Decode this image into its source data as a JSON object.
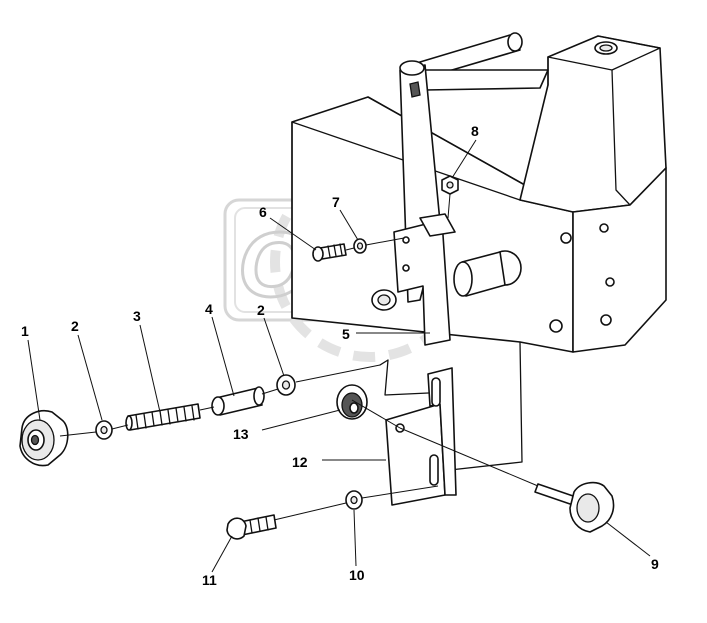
{
  "watermark": {
    "text": "OPEX",
    "color": "#cfcfcf"
  },
  "callouts": [
    {
      "id": "c1",
      "text": "1"
    },
    {
      "id": "c2a",
      "text": "2"
    },
    {
      "id": "c3",
      "text": "3"
    },
    {
      "id": "c4",
      "text": "4"
    },
    {
      "id": "c2b",
      "text": "2"
    },
    {
      "id": "c5",
      "text": "5"
    },
    {
      "id": "c6",
      "text": "6"
    },
    {
      "id": "c7",
      "text": "7"
    },
    {
      "id": "c8",
      "text": "8"
    },
    {
      "id": "c9",
      "text": "9"
    },
    {
      "id": "c10",
      "text": "10"
    },
    {
      "id": "c11",
      "text": "11"
    },
    {
      "id": "c12",
      "text": "12"
    },
    {
      "id": "c13",
      "text": "13"
    }
  ]
}
